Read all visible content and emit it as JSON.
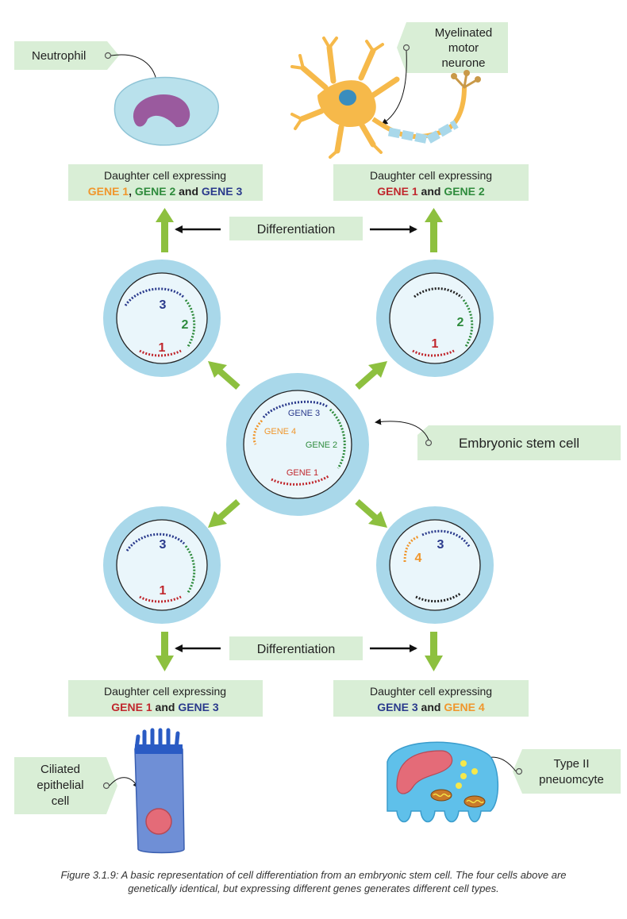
{
  "labels": {
    "neutrophil": "Neutrophil",
    "neurone_line1": "Myelinated",
    "neurone_line2": "motor",
    "neurone_line3": "neurone",
    "stem_cell": "Embryonic stem cell",
    "ciliated_line1": "Ciliated",
    "ciliated_line2": "epithelial",
    "ciliated_line3": "cell",
    "type2_line1": "Type II",
    "type2_line2": "pneuomcyte",
    "differentiation": "Differentiation"
  },
  "daughters": {
    "top_left": {
      "header": "Daughter cell expressing",
      "gene_a": "GENE 1",
      "sep1": ", ",
      "gene_b": "GENE 2",
      "sep2": " and ",
      "gene_c": "GENE 3"
    },
    "top_right": {
      "header": "Daughter cell expressing",
      "gene_a": "GENE 1",
      "sep1": " and ",
      "gene_b": "GENE 2"
    },
    "bottom_left": {
      "header": "Daughter cell expressing",
      "gene_a": "GENE 1",
      "sep1": " and ",
      "gene_b": "GENE 3"
    },
    "bottom_right": {
      "header": "Daughter cell expressing",
      "gene_a": "GENE 3",
      "sep1": " and ",
      "gene_b": "GENE 4"
    }
  },
  "stem_genes": {
    "g1": "GENE 1",
    "g2": "GENE 2",
    "g3": "GENE 3",
    "g4": "GENE 4"
  },
  "cell_numbers": {
    "tl": {
      "a": "3",
      "b": "2",
      "c": "1"
    },
    "tr": {
      "a": "2",
      "b": "1"
    },
    "bl": {
      "a": "3",
      "b": "1"
    },
    "br": {
      "a": "3",
      "b": "4"
    }
  },
  "caption": {
    "line1": "Figure 3.1.9: A basic representation of cell differentiation from an embryonic stem cell. The four cells above are",
    "line2": "genetically identical, but expressing different genes generates different cell types."
  },
  "colors": {
    "label_box": "#d9eed6",
    "arrow_green": "#8dc03f",
    "cell_outer": "#a9d8ea",
    "cell_inner": "#eaf6fb",
    "gene1": "#c0272d",
    "gene2": "#2e8b3c",
    "gene3": "#2a3a8c",
    "gene4": "#f0962c",
    "gene_black": "#222222"
  }
}
